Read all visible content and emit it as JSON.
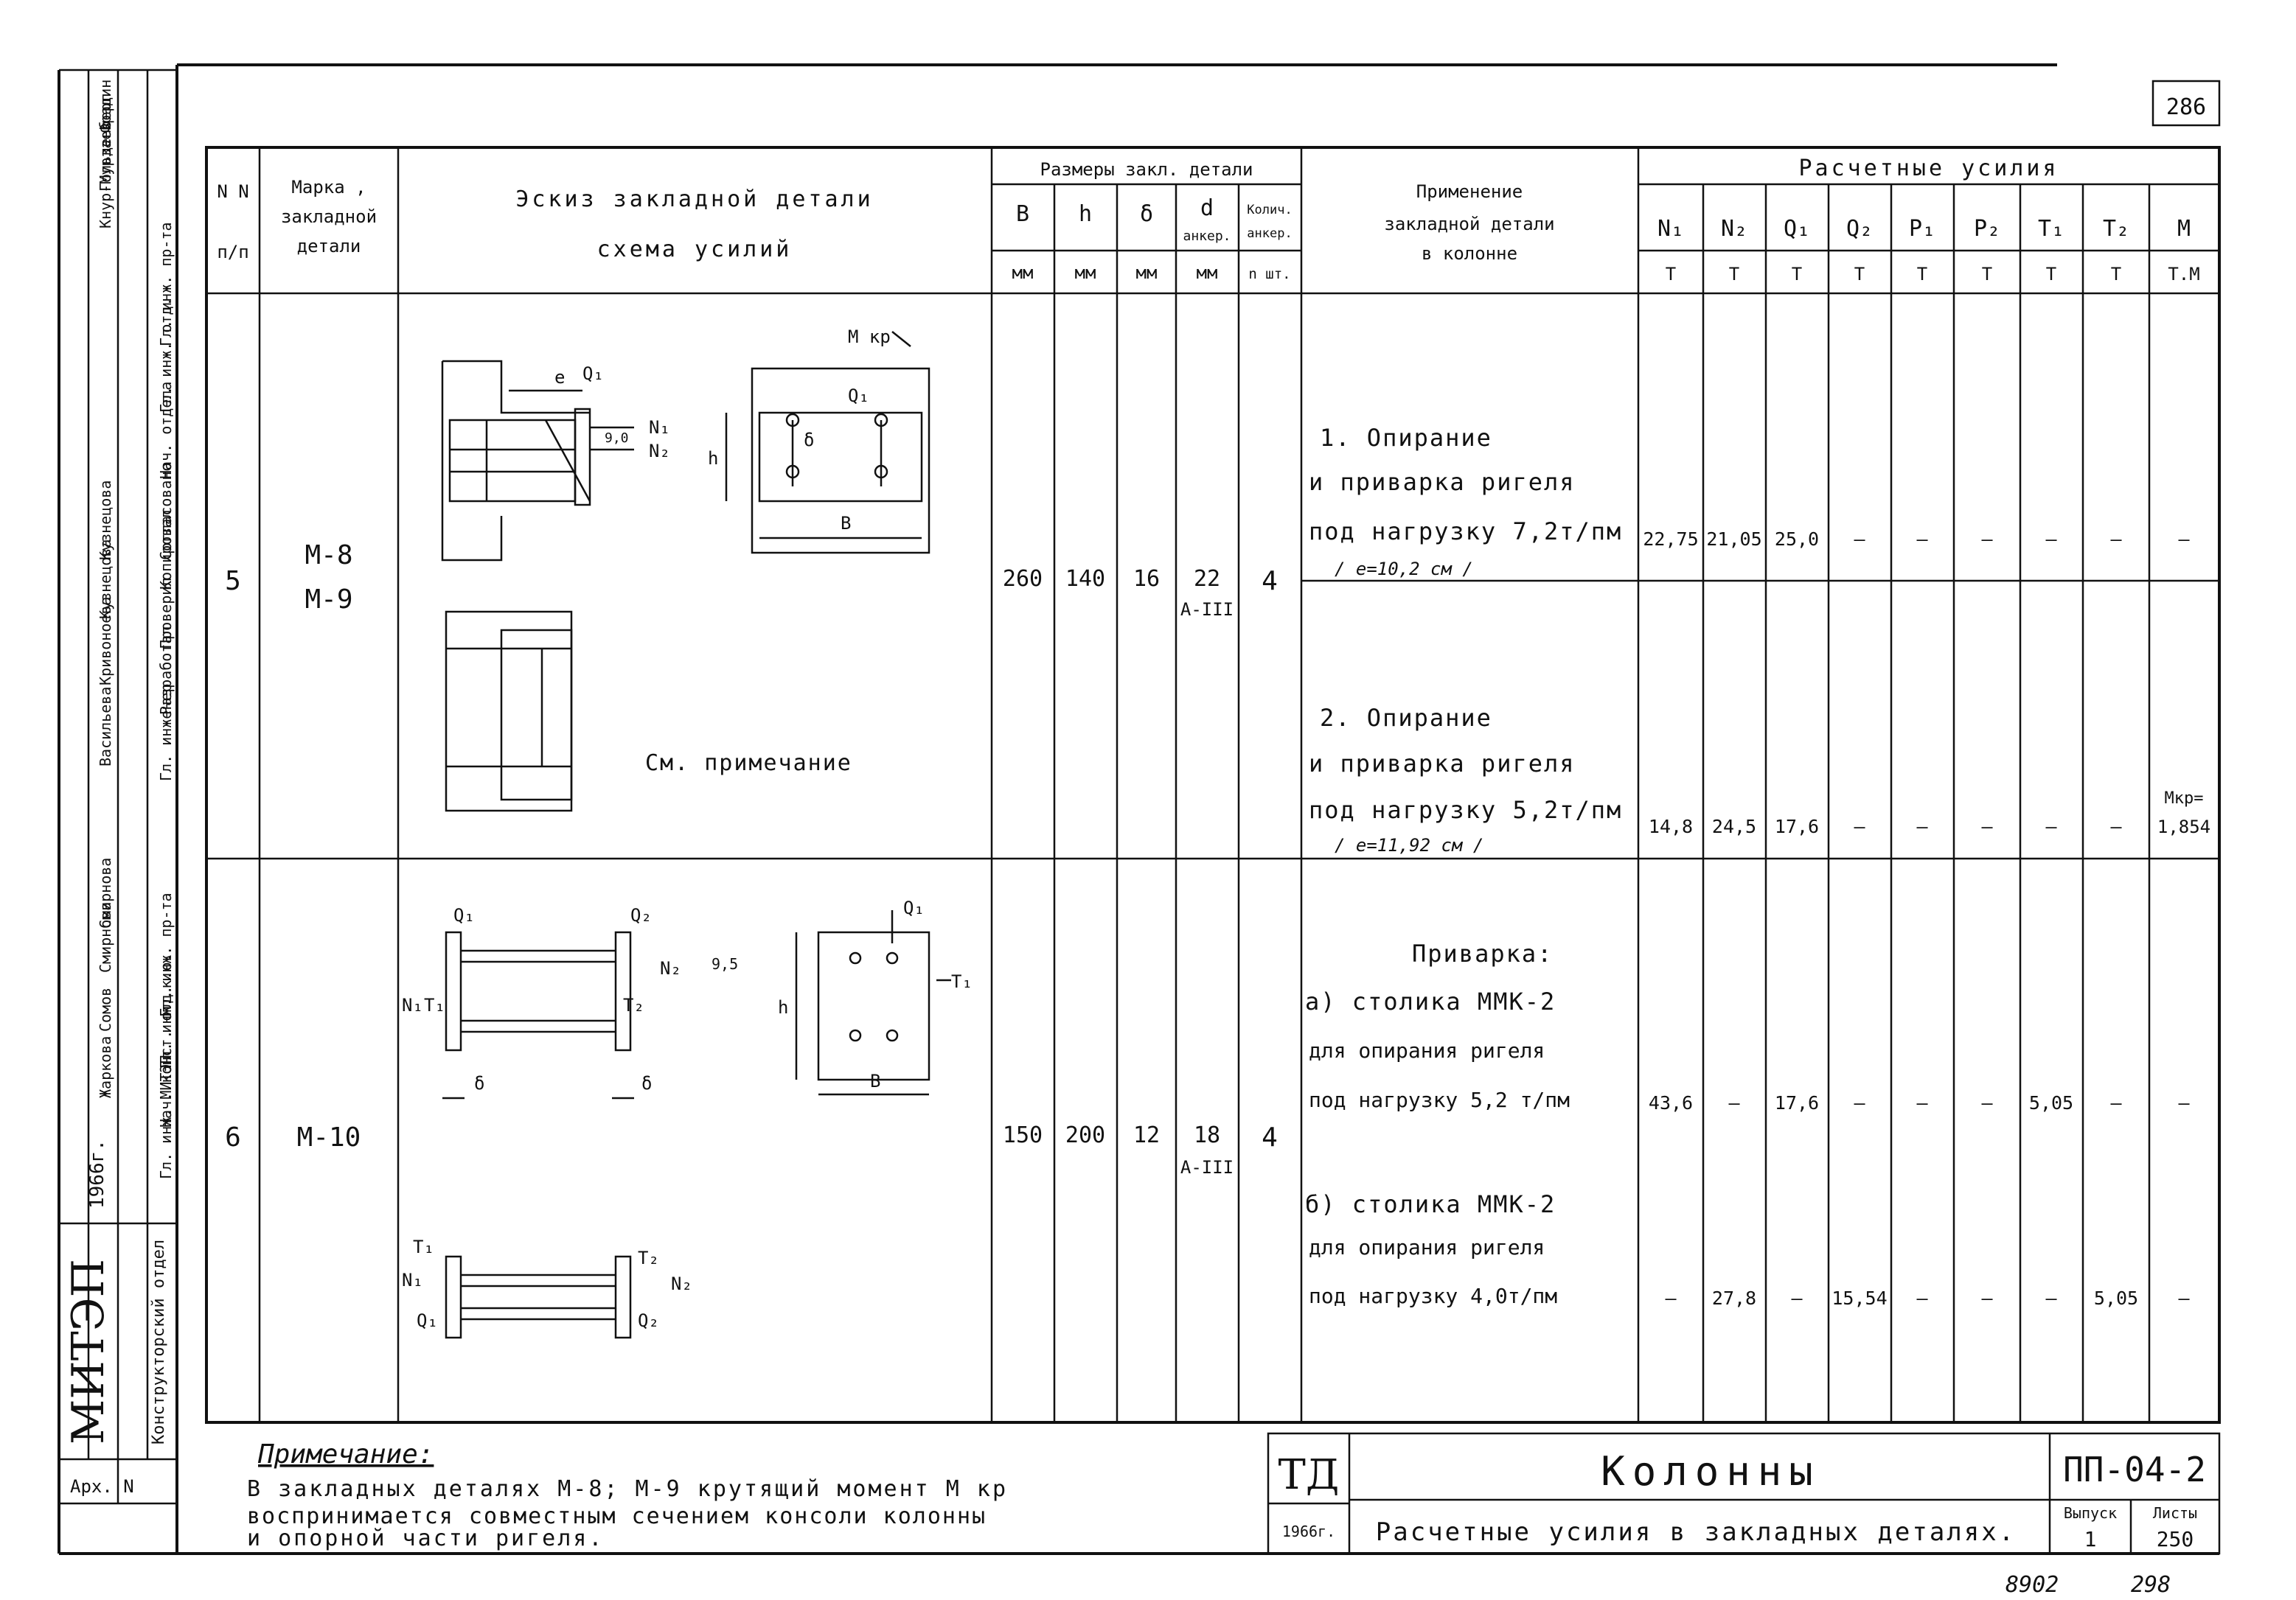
{
  "page_number": "286",
  "table": {
    "headers": {
      "num": [
        "N N",
        "п/п"
      ],
      "mark": [
        "Марка ,",
        "закладной",
        "детали"
      ],
      "sketch": [
        "Эскиз закладной детали",
        "схема усилий"
      ],
      "sizes_group": "Размеры закл. детали",
      "sizes": [
        {
          "sym": "B",
          "unit": "мм"
        },
        {
          "sym": "h",
          "unit": "мм"
        },
        {
          "sym": "δ",
          "unit": "мм"
        },
        {
          "sym": "d",
          "sym2": "анкер.",
          "unit": "мм"
        },
        {
          "sym": "Колич.",
          "sym2": "анкер.",
          "unit": "n шт."
        }
      ],
      "application": [
        "Применение",
        "закладной детали",
        "в колонне"
      ],
      "forces_group": "Расчетные усилия",
      "forces": [
        {
          "sym": "N₁",
          "unit": "Т"
        },
        {
          "sym": "N₂",
          "unit": "Т"
        },
        {
          "sym": "Q₁",
          "unit": "Т"
        },
        {
          "sym": "Q₂",
          "unit": "Т"
        },
        {
          "sym": "P₁",
          "unit": "Т"
        },
        {
          "sym": "P₂",
          "unit": "Т"
        },
        {
          "sym": "T₁",
          "unit": "Т"
        },
        {
          "sym": "T₂",
          "unit": "Т"
        },
        {
          "sym": "M",
          "unit": "Т.М"
        }
      ]
    },
    "rows": [
      {
        "num": "5",
        "marks": [
          "М-8",
          "М-9"
        ],
        "b": "260",
        "h": "140",
        "delta": "16",
        "d": "22",
        "d_class": "А-III",
        "n": "4",
        "sketch_note": "См. примечание",
        "sketch_labels": {
          "mkr": "М кр",
          "e": "e",
          "q1": "Q₁",
          "n1": "N₁",
          "n2": "N₂",
          "h": "h",
          "b": "B",
          "delta": "δ",
          "dim": "9,0"
        },
        "cases": [
          {
            "lines": [
              "1. Опирание",
              "и приварка ригеля",
              "под нагрузку 7,2т/пм",
              "/ e=10,2 см /"
            ],
            "forces": [
              "22,75",
              "21,05",
              "25,0",
              "—",
              "—",
              "—",
              "—",
              "—",
              "—"
            ]
          },
          {
            "lines": [
              "2. Опирание",
              "и приварка ригеля",
              "под нагрузку 5,2т/пм",
              "/ e=11,92 см /"
            ],
            "forces": [
              "14,8",
              "24,5",
              "17,6",
              "—",
              "—",
              "—",
              "—",
              "—",
              "Мкр= 1,854"
            ]
          }
        ]
      },
      {
        "num": "6",
        "marks": [
          "М-10"
        ],
        "b": "150",
        "h": "200",
        "delta": "12",
        "d": "18",
        "d_class": "А-III",
        "n": "4",
        "sketch_labels": {
          "q1": "Q₁",
          "q2": "Q₂",
          "n1": "N₁",
          "n2": "N₂",
          "t1": "T₁",
          "t2": "T₂",
          "h": "h",
          "b": "B",
          "delta": "δ",
          "dim": "9,5"
        },
        "cases": [
          {
            "lines": [
              "Приварка:",
              "а) столика ММК-2",
              "для опирания ригеля",
              "под нагрузку 5,2 т/пм"
            ],
            "forces": [
              "43,6",
              "—",
              "17,6",
              "—",
              "—",
              "—",
              "5,05",
              "—",
              "—"
            ]
          },
          {
            "lines": [
              "б) столика ММК-2",
              "для опирания ригеля",
              "под нагрузку 4,0т/пм"
            ],
            "forces": [
              "—",
              "27,8",
              "—",
              "15,54",
              "—",
              "—",
              "—",
              "5,05",
              "—"
            ]
          }
        ]
      }
    ]
  },
  "note": {
    "title": "Примечание:",
    "lines": [
      "В закладных деталях М-8; М-9 крутящий момент М кр",
      "воспринимается совместным сечением консоли колонны",
      "и опорной части ригеля."
    ]
  },
  "title_block": {
    "td": "ТД",
    "year": "1966г.",
    "title": "Колонны",
    "subtitle": "Расчетные усилия в закладных деталях.",
    "code": "ПП-04-2",
    "issue_label": "Выпуск",
    "issue": "1",
    "sheet_label": "Листы",
    "sheet": "250"
  },
  "side_stamp": {
    "org": "МИТЭП",
    "dept": "Конструкторский отдел",
    "year": "1966г.",
    "arch": "Арх. N",
    "roles": [
      "Нач. отдела",
      "Гл. инж. отд.",
      "Гл. инж. пр-та",
      "Согласовано",
      "Гл. инженер",
      "Разработал",
      "Проверил",
      "Копировал",
      "Гл. инж. МИТЭП",
      "Нач. конст. отд.",
      "Гл. инж. к.о.",
      "Гл. инж. пр-та"
    ],
    "names": [
      "Фрадин",
      "Гольденберг",
      "Кнур-Мурзаев",
      "Кузнецова",
      "Кузнецова",
      "Кривоноева",
      "Васильева",
      "Смирнова",
      "Смирнова",
      "Сомов",
      "Жаркова"
    ]
  },
  "bottom_numbers": [
    "8902",
    "298"
  ]
}
